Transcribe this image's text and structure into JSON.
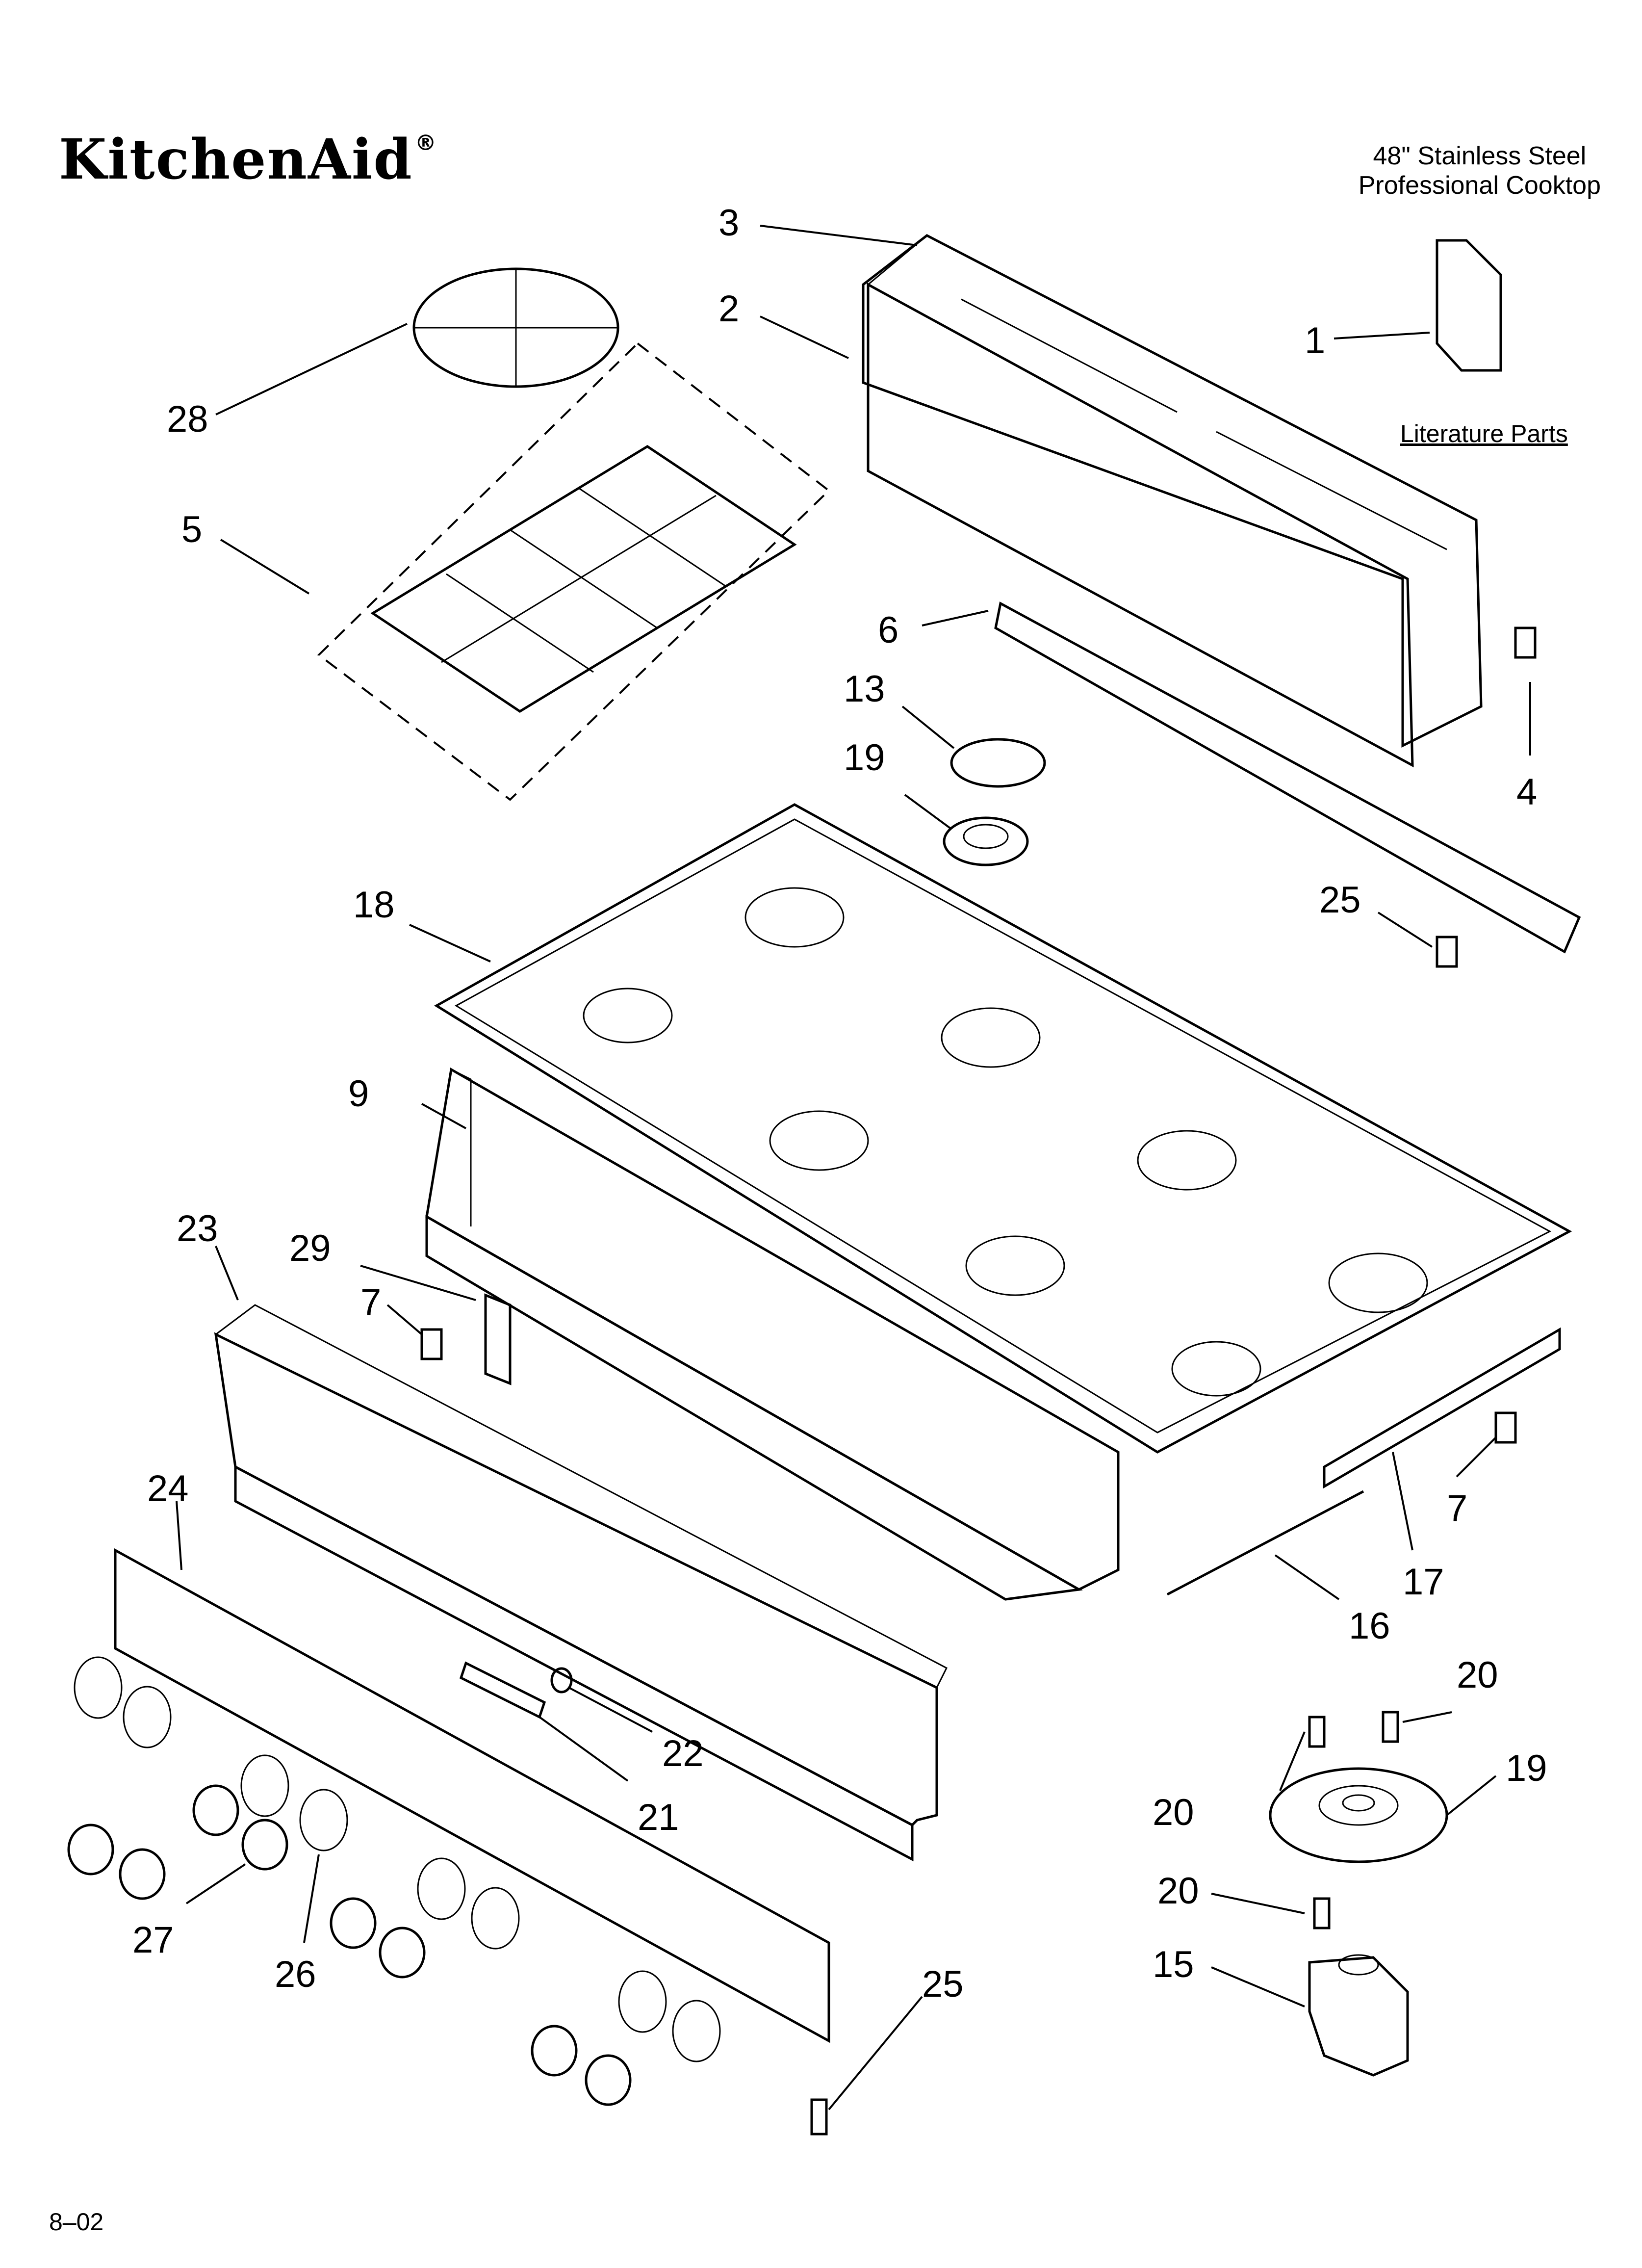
{
  "brand": {
    "name": "KitchenAid",
    "mark": "®"
  },
  "title": {
    "line1": "48\" Stainless Steel",
    "line2": "Professional Cooktop"
  },
  "literature_label": "Literature Parts",
  "footer_code": "8–02",
  "callouts": {
    "c1": "1",
    "c2": "2",
    "c3": "3",
    "c4": "4",
    "c5": "5",
    "c6": "6",
    "c7a": "7",
    "c7b": "7",
    "c9": "9",
    "c13": "13",
    "c15": "15",
    "c16": "16",
    "c17": "17",
    "c18": "18",
    "c19a": "19",
    "c19b": "19",
    "c20a": "20",
    "c20b": "20",
    "c20c": "20",
    "c21": "21",
    "c22": "22",
    "c23": "23",
    "c24": "24",
    "c25a": "25",
    "c25b": "25",
    "c26": "26",
    "c27": "27",
    "c28": "28",
    "c29": "29"
  },
  "colors": {
    "ink": "#000000",
    "paper": "#ffffff"
  }
}
